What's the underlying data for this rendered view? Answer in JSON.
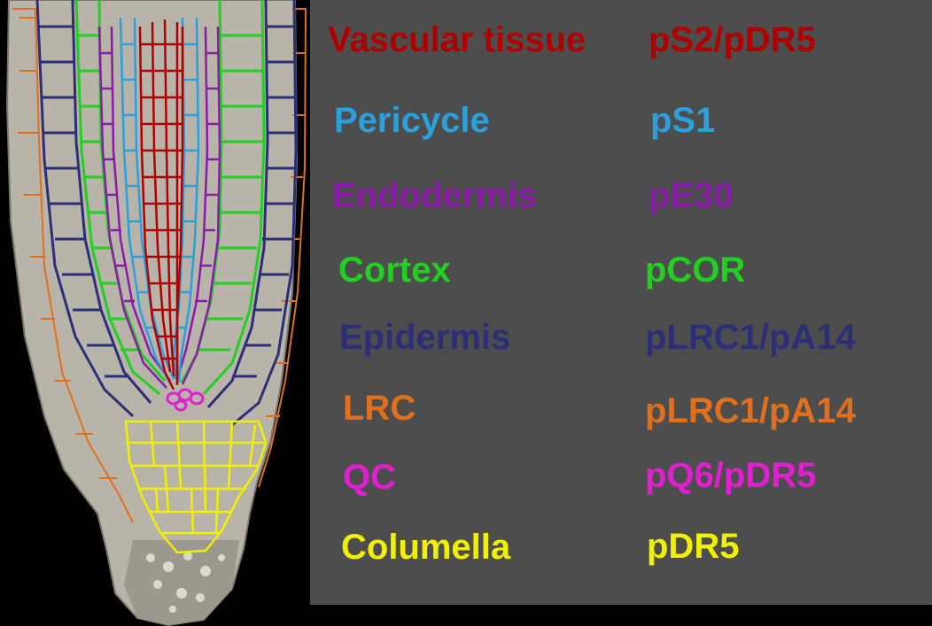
{
  "colors": {
    "background": "#000000",
    "panel": "#4d4d4d",
    "root_tissue": "#b8b4aa",
    "root_shadow": "#8e8a80",
    "vascular": "#b00000",
    "pericycle": "#2aa0dc",
    "endodermis": "#8a1aa8",
    "cortex": "#22d022",
    "epidermis": "#2c2f78",
    "lrc": "#e0701c",
    "qc": "#e020d0",
    "columella": "#f0f000"
  },
  "legend": [
    {
      "tissue": "Vascular tissue",
      "promoter": "pS2/pDR5",
      "color": "#b00000"
    },
    {
      "tissue": "Pericycle",
      "promoter": "pS1",
      "color": "#2aa0dc"
    },
    {
      "tissue": "Endodermis",
      "promoter": "pE30",
      "color": "#8a1aa8"
    },
    {
      "tissue": "Cortex",
      "promoter": "pCOR",
      "color": "#22d022"
    },
    {
      "tissue": "Epidermis",
      "promoter": "pLRC1/pA14",
      "color": "#2c2f78"
    },
    {
      "tissue": "LRC",
      "promoter": "pLRC1/pA14",
      "color": "#e0701c"
    },
    {
      "tissue": "QC",
      "promoter": "pQ6/pDR5",
      "color": "#e020d0"
    },
    {
      "tissue": "Columella",
      "promoter": "pDR5",
      "color": "#f0f000"
    }
  ]
}
